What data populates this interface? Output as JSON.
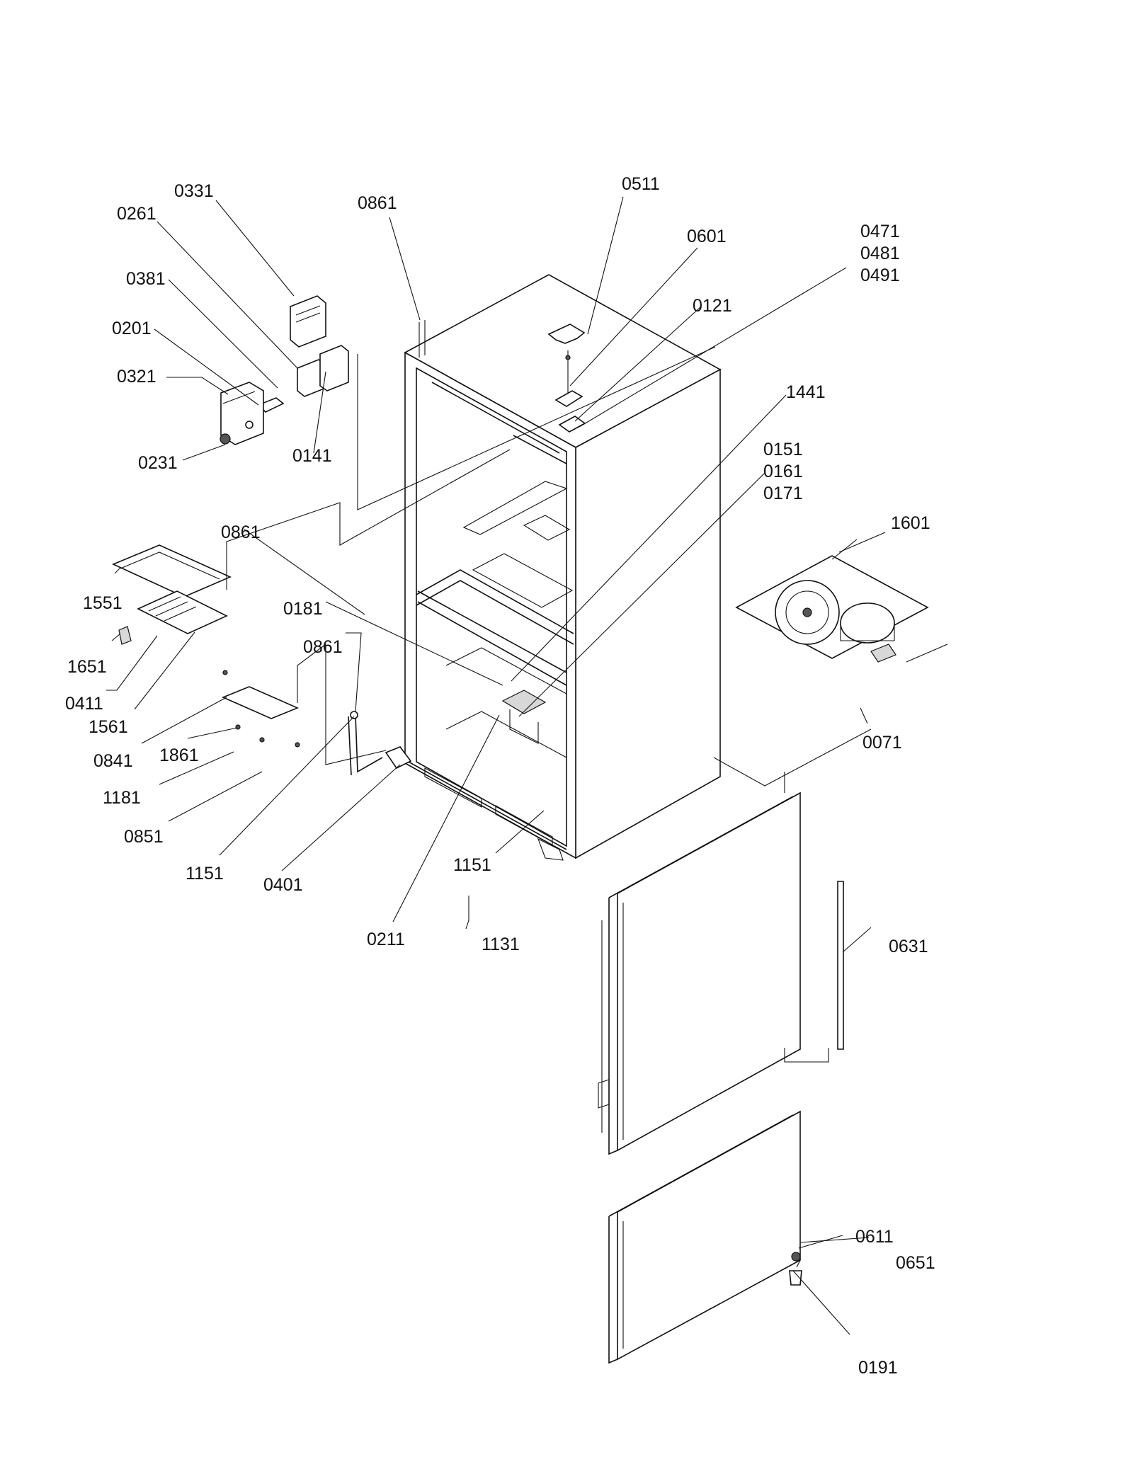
{
  "labels": [
    "0331",
    "0261",
    "0381",
    "0201",
    "0321",
    "0231",
    "0141",
    "0861",
    "0511",
    "0601",
    "0121",
    "0471",
    "0481",
    "0491",
    "1441",
    "0151",
    "0161",
    "0171",
    "1601",
    "0071",
    "0861",
    "1551",
    "1651",
    "0411",
    "1561",
    "0841",
    "1861",
    "1181",
    "0851",
    "1151",
    "0401",
    "0211",
    "1131",
    "1151",
    "0181",
    "0861",
    "0631",
    "0611",
    "0651",
    "0191"
  ],
  "colors": {
    "ink": "#111111",
    "paper": "#ffffff"
  }
}
